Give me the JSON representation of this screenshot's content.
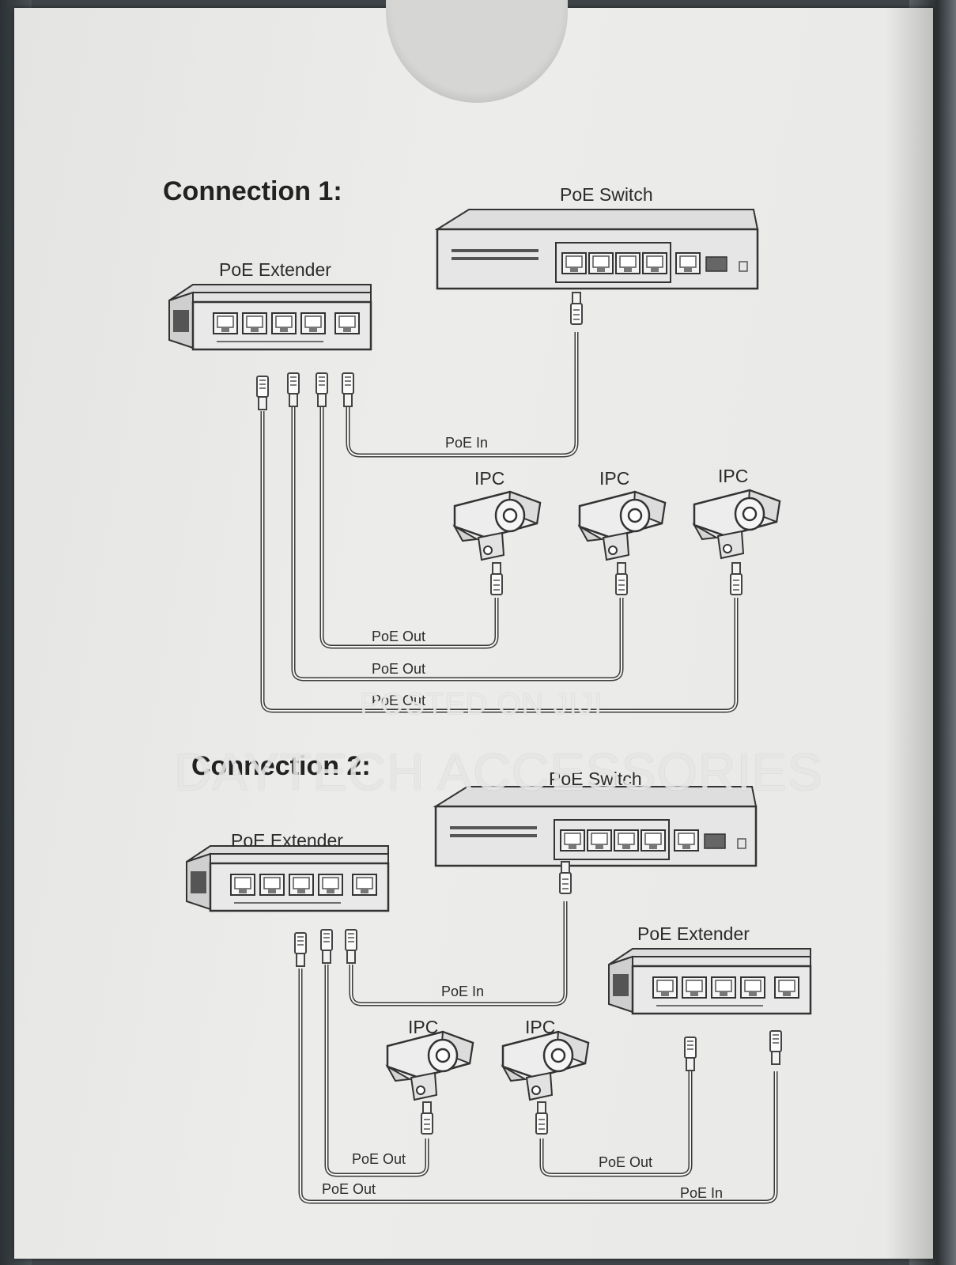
{
  "connection1": {
    "heading": "Connection 1:",
    "switch_label": "PoE Switch",
    "extender_label": "PoE Extender",
    "cameras": [
      "IPC",
      "IPC",
      "IPC"
    ],
    "poe_in": "PoE In",
    "poe_out": [
      "PoE Out",
      "PoE Out",
      "PoE Out"
    ]
  },
  "connection2": {
    "heading": "Connection 2:",
    "switch_label": "PoE Switch",
    "extender_label": "PoE Extender",
    "extender2_label": "PoE Extender",
    "cameras": [
      "IPC",
      "IPC"
    ],
    "poe_in_1": "PoE In",
    "poe_in_2": "PoE In",
    "poe_out": [
      "PoE Out",
      "PoE Out",
      "PoE Out"
    ]
  },
  "watermark": {
    "line1": "POSTED ON JIJI",
    "line2": "DAYTECH ACCESSORIES"
  }
}
